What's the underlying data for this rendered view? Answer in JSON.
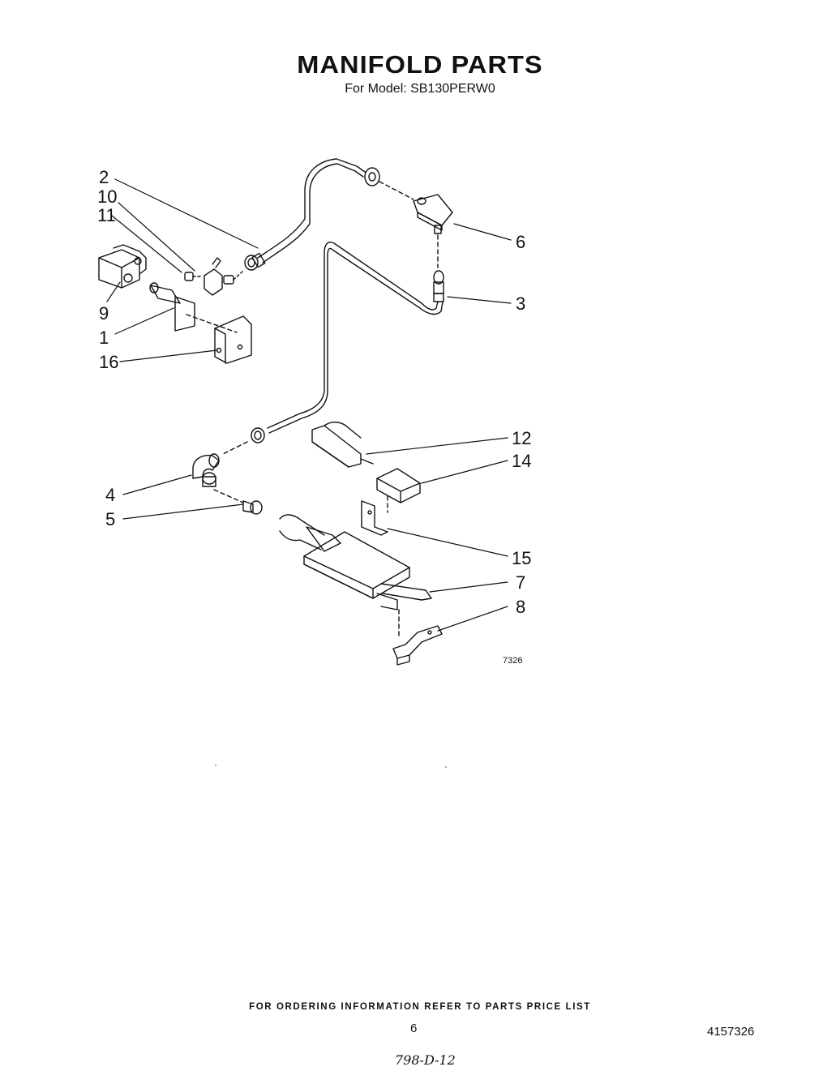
{
  "header": {
    "title": "MANIFOLD PARTS",
    "subtitle": "For Model: SB130PERW0"
  },
  "diagram": {
    "figure_number": "7326",
    "callouts": [
      {
        "id": "c2",
        "label": "2"
      },
      {
        "id": "c10",
        "label": "10"
      },
      {
        "id": "c11",
        "label": "11"
      },
      {
        "id": "c9",
        "label": "9"
      },
      {
        "id": "c1",
        "label": "1"
      },
      {
        "id": "c16",
        "label": "16"
      },
      {
        "id": "c6",
        "label": "6"
      },
      {
        "id": "c3",
        "label": "3"
      },
      {
        "id": "c12",
        "label": "12"
      },
      {
        "id": "c14",
        "label": "14"
      },
      {
        "id": "c4",
        "label": "4"
      },
      {
        "id": "c5",
        "label": "5"
      },
      {
        "id": "c15",
        "label": "15"
      },
      {
        "id": "c7",
        "label": "7"
      },
      {
        "id": "c8",
        "label": "8"
      }
    ]
  },
  "footer": {
    "ordering_note": "FOR ORDERING INFORMATION REFER TO PARTS PRICE LIST",
    "page_number": "6",
    "document_number": "4157326",
    "handwritten_note": "798-D-12"
  }
}
